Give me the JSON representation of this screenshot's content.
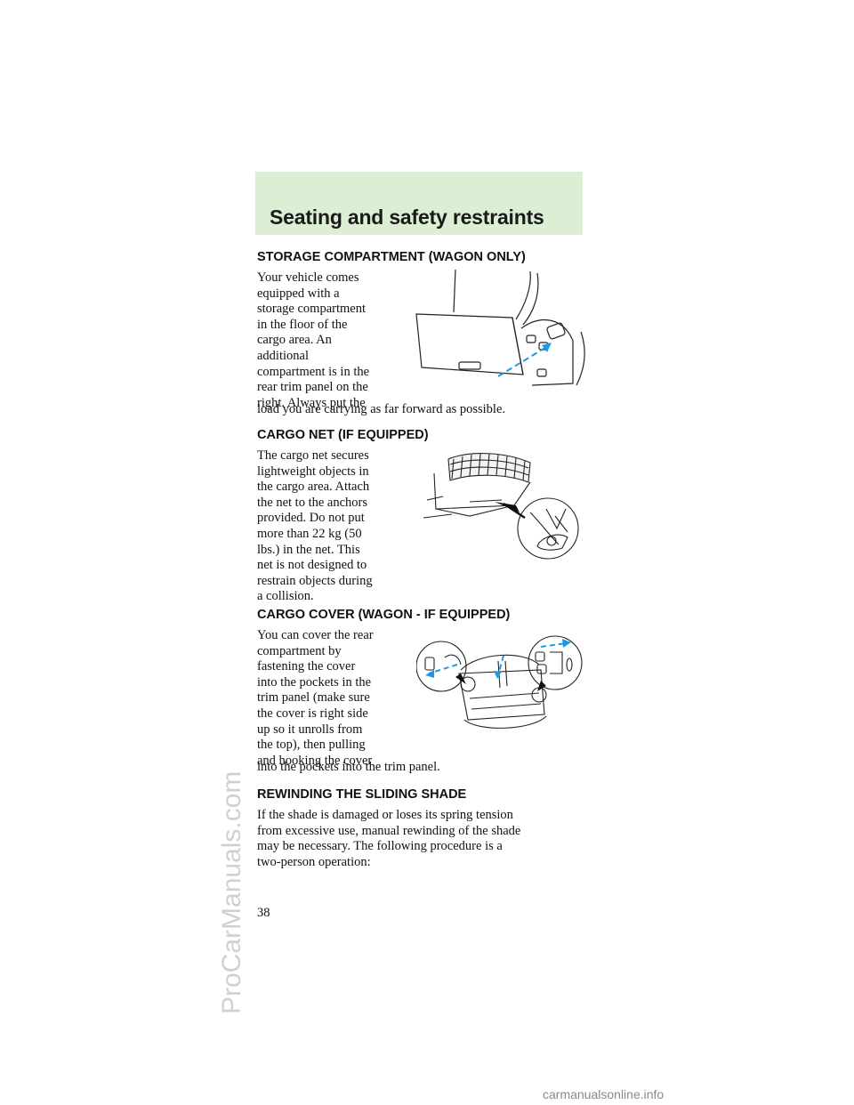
{
  "header": {
    "title": "Seating and safety restraints"
  },
  "sections": [
    {
      "heading": "STORAGE COMPARTMENT (WAGON ONLY)",
      "side_text": "Your vehicle comes\nequipped with a\nstorage compartment\nin the floor of the\ncargo area. An\nadditional\ncompartment is in the\nrear trim panel on the\nright. Always put the",
      "full_text": "load you are carrying as far forward as possible.",
      "illustration_icon": "storage-compartment-illustration"
    },
    {
      "heading": "CARGO NET (IF EQUIPPED)",
      "side_text": "The cargo net secures\nlightweight objects in\nthe cargo area. Attach\nthe net to the anchors\nprovided. Do not put\nmore than 22 kg (50\nlbs.) in the net. This\nnet is not designed to\nrestrain objects during\na collision.",
      "illustration_icon": "cargo-net-illustration"
    },
    {
      "heading": "CARGO COVER (WAGON - IF EQUIPPED)",
      "side_text": "You can cover the rear\ncompartment by\nfastening the cover\ninto the pockets in the\ntrim panel (make sure\nthe cover is right side\nup so it unrolls from\nthe top), then pulling\nand hooking the cover",
      "full_text": "into the pockets into the trim panel.",
      "illustration_icon": "cargo-cover-illustration"
    },
    {
      "heading": "REWINDING THE SLIDING SHADE",
      "full_text": "If the shade is damaged or loses its spring tension\nfrom excessive use, manual rewinding of the shade\nmay be necessary. The following procedure is a\ntwo-person operation:"
    }
  ],
  "page_number": "38",
  "watermarks": {
    "side": "ProCarManuals.com",
    "footer": "carmanualsonline.info"
  },
  "colors": {
    "header_band": "#dcefd4",
    "accent_blue": "#1e9be0"
  }
}
